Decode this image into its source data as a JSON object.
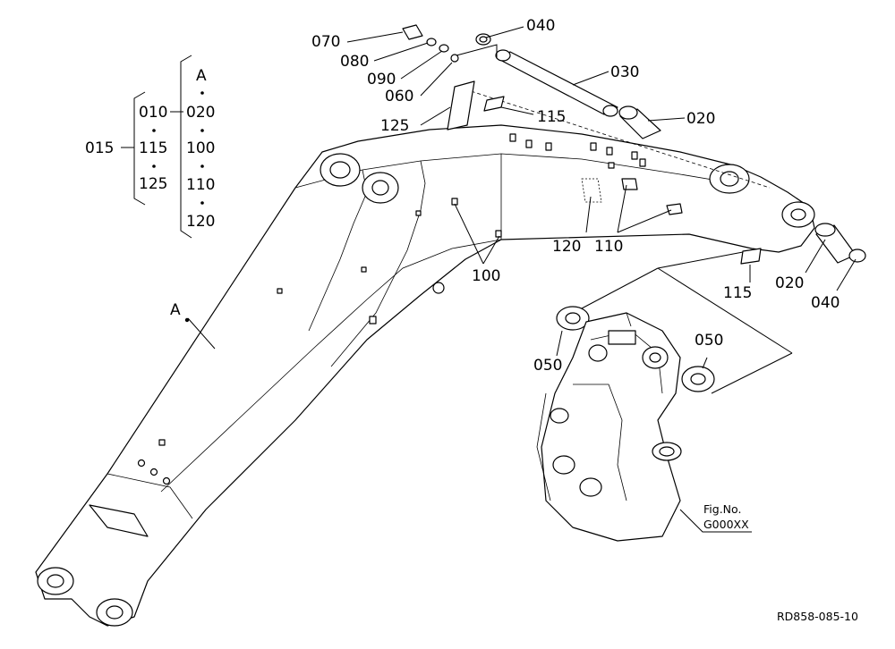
{
  "callouts": {
    "c070": "070",
    "c080": "080",
    "c090": "090",
    "c040_top": "040",
    "c030": "030",
    "c060": "060",
    "c125": "125",
    "c115_top": "115",
    "c020_top": "020",
    "c120": "120",
    "c110": "110",
    "c100": "100",
    "c115_bottom": "115",
    "c020_bottom": "020",
    "c040_bottom": "040",
    "c050_left": "050",
    "c050_right": "050",
    "c_A_boom": "A"
  },
  "assembly_index": {
    "group_label": "015",
    "group_items": [
      "010",
      "115",
      "125"
    ],
    "A_label": "A",
    "A_items": [
      "020",
      "100",
      "110",
      "120"
    ]
  },
  "figure_ref": {
    "line1": "Fig.No.",
    "line2": "G000XX"
  },
  "drawing_code": "RD858-085-10"
}
